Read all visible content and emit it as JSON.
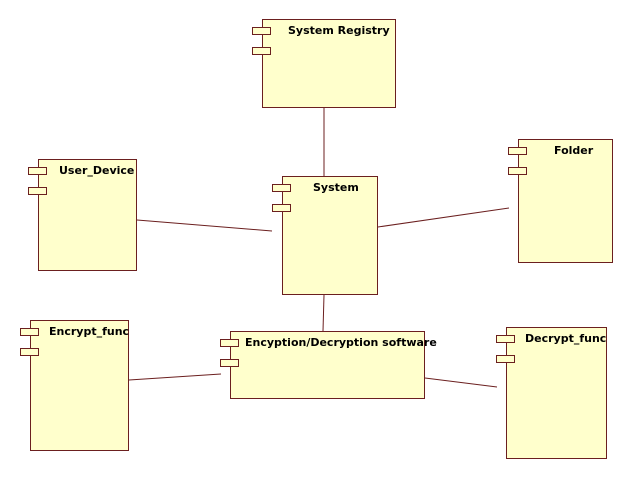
{
  "colors": {
    "component_fill": "#ffffcc",
    "border": "#6b1f1f",
    "text": "#000000",
    "background": "#ffffff"
  },
  "components": {
    "system_registry": "System Registry",
    "system": "System",
    "user_device": "User_Device",
    "folder": "Folder",
    "encryption_software": "Encyption/Decryption software",
    "encrypt_func": "Encrypt_func",
    "decrypt_func": "Decrypt_func"
  }
}
